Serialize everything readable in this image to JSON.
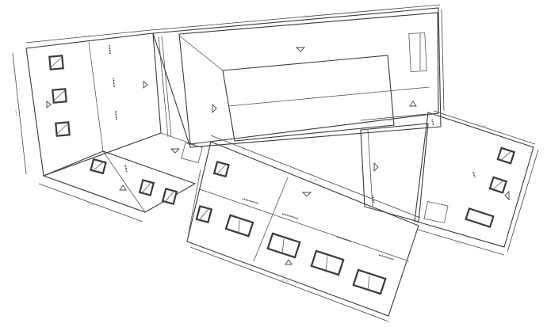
{
  "drawing": {
    "type": "exploded interior elevation / floor plan",
    "background": "#ffffff",
    "line_color": "#3a3a3a",
    "label_color": "#9a9a9a"
  },
  "dimensions": {
    "left_top": "15.45",
    "top_small": "6.15",
    "top_long": "31.50",
    "left_side": "14.8",
    "inner_wall_left": "6.2",
    "right_inner": "4.62",
    "mid_lower": "11.95",
    "bottom_left": "14.80",
    "bottom_center": "20.47",
    "right_room_top": "15.45",
    "right_room_side": "16.8",
    "right_room_bottom": "6.10",
    "corridor": "4.15",
    "right_wall_inner": "5.83"
  },
  "markers": {
    "view_tag": "elev",
    "count_triangles": 11,
    "count_windows_single": 10,
    "count_windows_double": 5
  }
}
